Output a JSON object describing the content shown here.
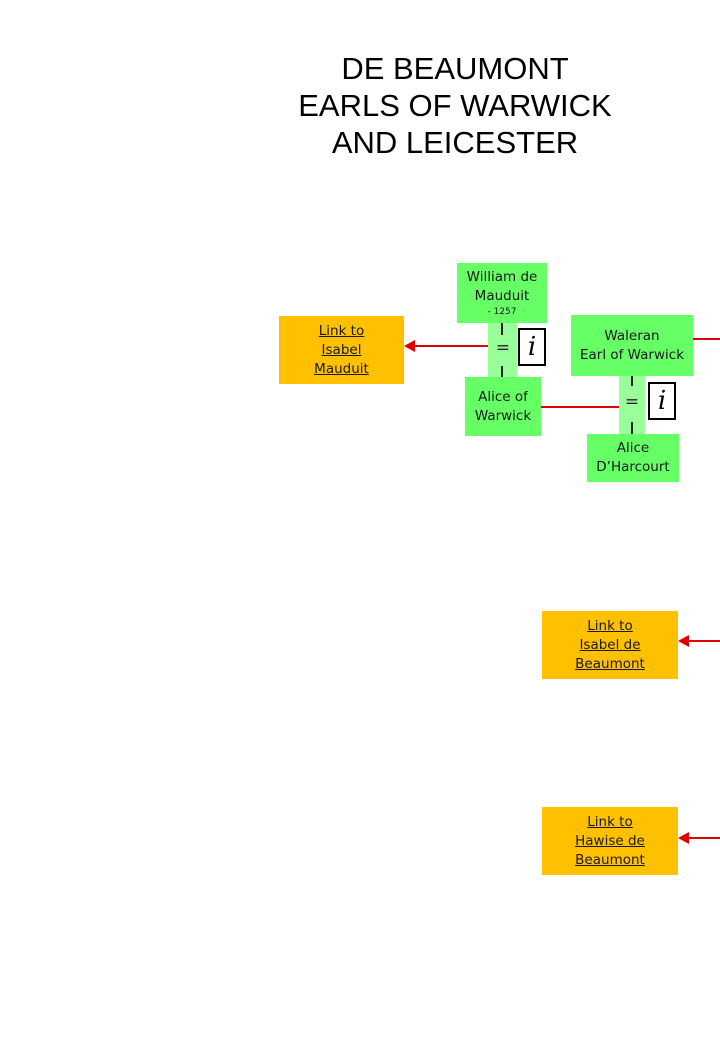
{
  "title": {
    "line1": "DE BEAUMONT",
    "line2": "EARLS OF WARWICK",
    "line3": "AND LEICESTER"
  },
  "people": {
    "william": {
      "line1": "William de",
      "line2": "Mauduit",
      "dates": "- 1257"
    },
    "alice_warwick": {
      "line1": "Alice of",
      "line2": "Warwick"
    },
    "waleran": {
      "line1": "Waleran",
      "line2": "Earl of Warwick"
    },
    "alice_dharcourt": {
      "line1": "Alice",
      "line2": "D’Harcourt"
    }
  },
  "links": {
    "isabel_mauduit": {
      "line1": "Link to",
      "line2": "Isabel",
      "line3": "Mauduit"
    },
    "isabel_beaumont": {
      "line1": "Link to",
      "line2": "Isabel de",
      "line3": "Beaumont"
    },
    "hawise_beaumont": {
      "line1": "Link to",
      "line2": "Hawise de",
      "line3": "Beaumont"
    }
  },
  "symbols": {
    "marriage": "=",
    "info": "i"
  },
  "colors": {
    "person": "#66ff66",
    "marriage_bar": "#99ff99",
    "link": "#ffc000",
    "connector": "#e00000"
  }
}
